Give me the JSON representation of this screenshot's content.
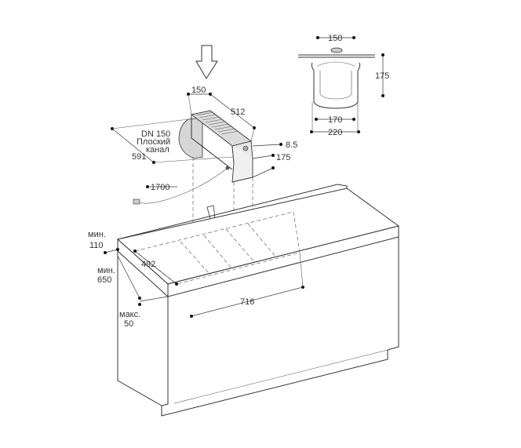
{
  "labels": {
    "duct": "DN 150",
    "flat_channel_1": "Плоский",
    "flat_channel_2": "канал",
    "min1": "мин.",
    "min1_val": "110",
    "min2": "мин.",
    "min2_val": "650",
    "max": "макс.",
    "max_val": "50"
  },
  "dimensions": {
    "top_width": "150",
    "top_height": "175",
    "top_inner": "170",
    "top_outer": "220",
    "unit_width": "150",
    "unit_length": "512",
    "duct_length": "591",
    "cable": "1700",
    "offset": "8.5",
    "unit_height": "175",
    "cutout_depth": "492",
    "cutout_width": "716"
  }
}
